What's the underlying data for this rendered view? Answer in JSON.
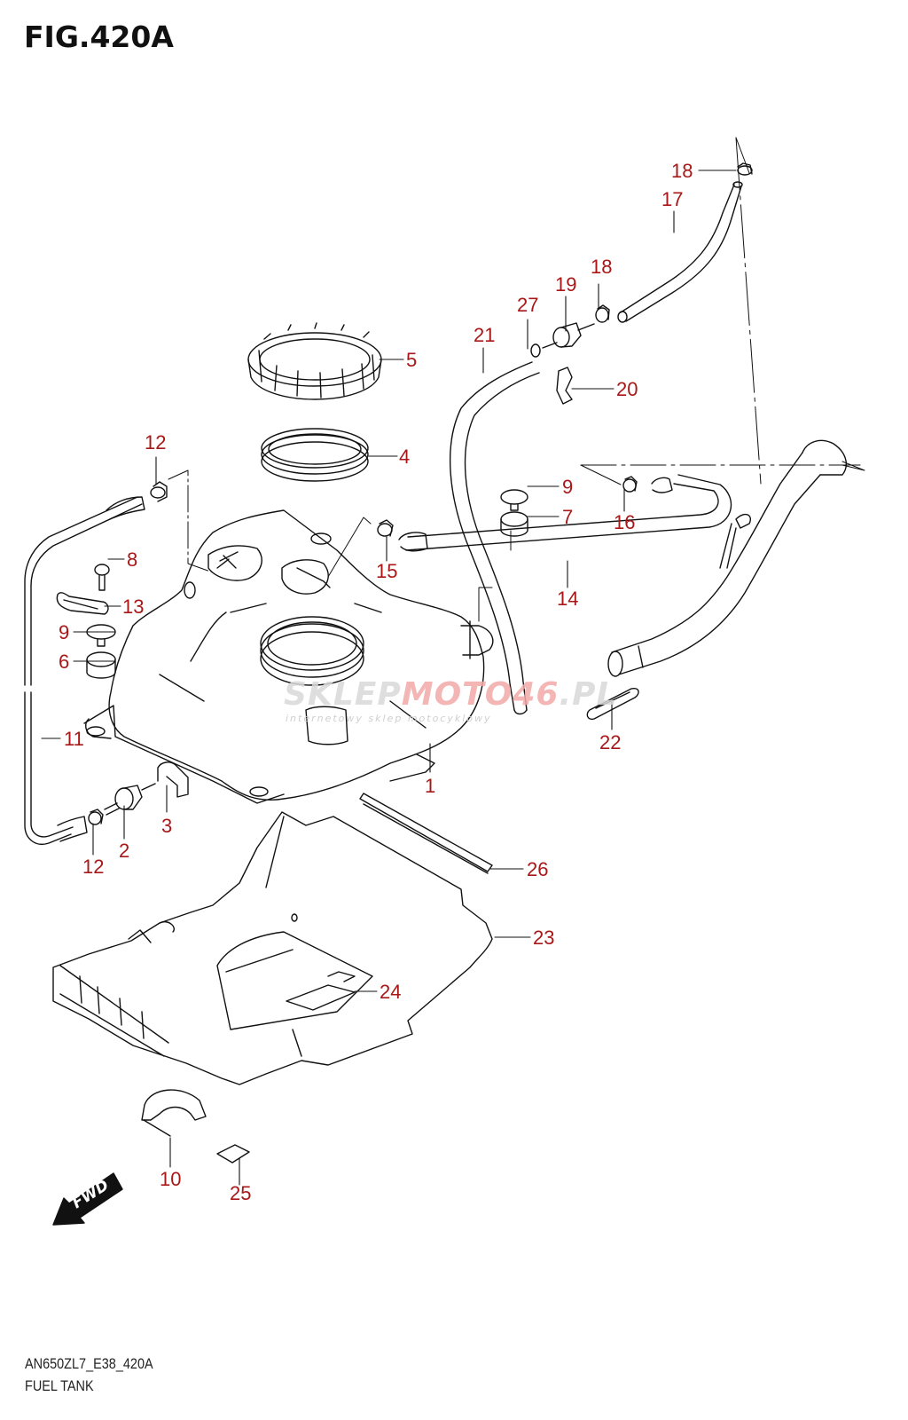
{
  "figure": {
    "title": "FIG.420A",
    "model_code": "AN650ZL7_E38_420A",
    "name": "FUEL TANK",
    "label_color": "#a81818",
    "line_color": "#111111"
  },
  "watermark": {
    "text_gray": "SKLEP",
    "text_red": "MOTO46",
    "text_tail": ".PL",
    "subtitle": "internetowy sklep motocyklowy"
  },
  "fwd_arrow": {
    "label": "FWD"
  },
  "callouts": [
    {
      "part": "1",
      "label": "1"
    },
    {
      "part": "2",
      "label": "2"
    },
    {
      "part": "3",
      "label": "3"
    },
    {
      "part": "4",
      "label": "4"
    },
    {
      "part": "5",
      "label": "5"
    },
    {
      "part": "6",
      "label": "6"
    },
    {
      "part": "7",
      "label": "7"
    },
    {
      "part": "8",
      "label": "8"
    },
    {
      "part": "9a",
      "label": "9"
    },
    {
      "part": "9b",
      "label": "9"
    },
    {
      "part": "10",
      "label": "10"
    },
    {
      "part": "11",
      "label": "11"
    },
    {
      "part": "12a",
      "label": "12"
    },
    {
      "part": "12b",
      "label": "12"
    },
    {
      "part": "13",
      "label": "13"
    },
    {
      "part": "14",
      "label": "14"
    },
    {
      "part": "15",
      "label": "15"
    },
    {
      "part": "16",
      "label": "16"
    },
    {
      "part": "17",
      "label": "17"
    },
    {
      "part": "18a",
      "label": "18"
    },
    {
      "part": "18b",
      "label": "18"
    },
    {
      "part": "19",
      "label": "19"
    },
    {
      "part": "20",
      "label": "20"
    },
    {
      "part": "21",
      "label": "21"
    },
    {
      "part": "22",
      "label": "22"
    },
    {
      "part": "23",
      "label": "23"
    },
    {
      "part": "24",
      "label": "24"
    },
    {
      "part": "25",
      "label": "25"
    },
    {
      "part": "26",
      "label": "26"
    },
    {
      "part": "27",
      "label": "27"
    }
  ]
}
